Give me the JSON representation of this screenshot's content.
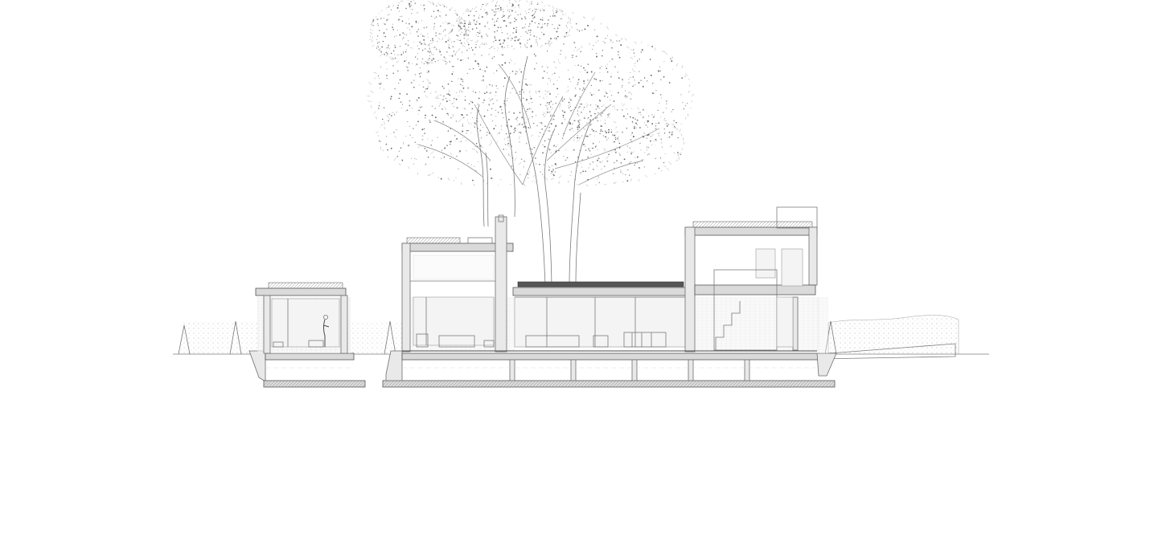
{
  "drawing": {
    "kind": "architectural-section",
    "line_color": "#6d6d6d",
    "background": "#ffffff",
    "elements": [
      "large-tree",
      "pavilion-left",
      "main-house",
      "garage-volume",
      "hedge-right",
      "shrubs-left",
      "foundation"
    ]
  }
}
